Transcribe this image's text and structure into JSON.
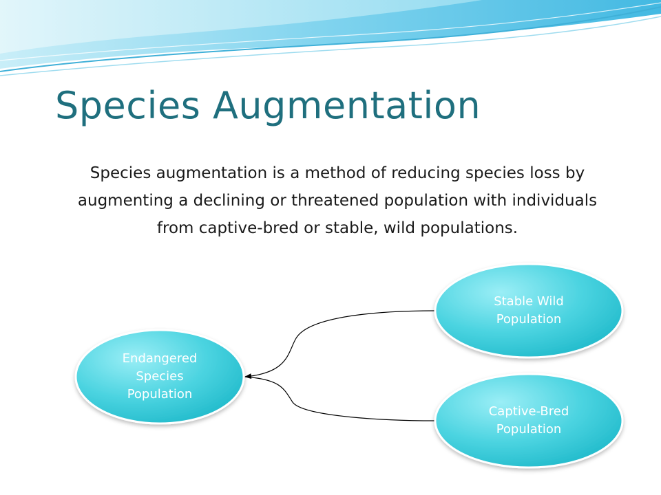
{
  "slide": {
    "title": "Species Augmentation",
    "body": "Species augmentation is a method of reducing species loss by augmenting a declining or threatened population with individuals from captive-bred or stable, wild populations."
  },
  "diagram": {
    "nodes": [
      {
        "id": "endangered",
        "label": "Endangered\nSpecies\nPopulation"
      },
      {
        "id": "stable-wild",
        "label": "Stable Wild\nPopulation"
      },
      {
        "id": "captive-bred",
        "label": "Captive-Bred\nPopulation"
      }
    ],
    "edges": [
      {
        "from": "stable-wild",
        "to": "endangered"
      },
      {
        "from": "captive-bred",
        "to": "endangered"
      }
    ]
  },
  "colors": {
    "title": "#1f6f7e",
    "node_fill_light": "#8ee8f2",
    "node_fill_dark": "#1fbfcf",
    "banner": "#5cc4e4"
  }
}
